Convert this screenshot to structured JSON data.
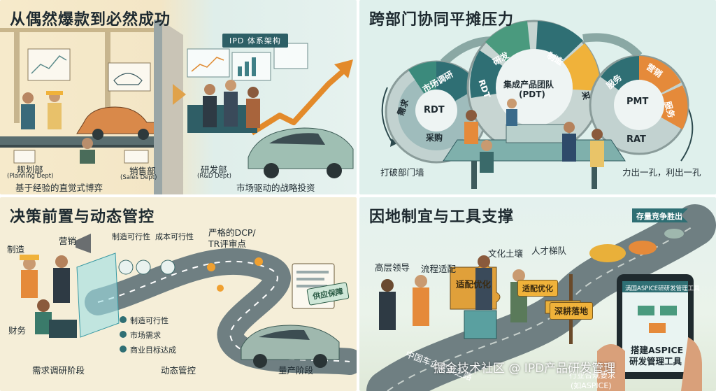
{
  "panel1": {
    "title": "从偶然爆款到必然成功",
    "banner": "IPD 体系架构",
    "planning_cn": "规划部",
    "planning_en": "(Planning Dept)",
    "sales_cn": "销售部",
    "sales_en": "(Sales Dept)",
    "rd_cn": "研发部",
    "rd_en": "(R&D Dept)",
    "left_caption": "基于经验的直觉式博弈",
    "right_caption": "市场驱动的战略投资"
  },
  "panel2": {
    "title": "跨部门协同平摊压力",
    "gear_left": {
      "center": "RDT",
      "items": [
        "市场调研",
        "需求",
        "采购"
      ]
    },
    "gear_mid": {
      "center_line1": "集成产品团队",
      "center_line2": "(PDT)",
      "items": [
        "研发",
        "制造",
        "RDT",
        "采"
      ]
    },
    "gear_right": {
      "center_top": "PMT",
      "center_bottom": "RAT",
      "items": [
        "服务",
        "营销",
        "服务"
      ]
    },
    "caption_left": "打破部门墙",
    "caption_right": "力出一孔，利出一孔"
  },
  "panel3": {
    "title": "决策前置与动态管控",
    "role_manufacturing": "制造",
    "role_marketing": "营销",
    "role_finance": "财务",
    "top_manu": "制造可行性",
    "top_cost": "成本可行性",
    "dcp_line1": "严格的DCP/",
    "dcp_line2": "TR评审点",
    "stamp": "供应保障",
    "checks": [
      "制造可行性",
      "市场需求",
      "商业目标达成"
    ],
    "stage_research": "需求调研阶段",
    "stage_control": "动态管控",
    "stage_production": "量产阶段"
  },
  "panel4": {
    "title": "因地制宜与工具支撑",
    "flag": "存量竞争胜出",
    "leader": "高层领导",
    "process": "流程适配",
    "culture": "文化土壤",
    "talent": "人才梯队",
    "puzzle": "适配优化",
    "sign1": "适配优化",
    "sign2": "深耕落地",
    "tablet_header": "满国ASPICE研研发管理工具",
    "tablet_line1": "搭建ASPICE",
    "tablet_line2": "研发管理工具",
    "road_text": "中国车企变革之路",
    "road_compliance1": "行业合规要求",
    "road_compliance2": "(如ASPICE)"
  },
  "watermark": "掘金技术社区 @ IPD产品研发管理"
}
